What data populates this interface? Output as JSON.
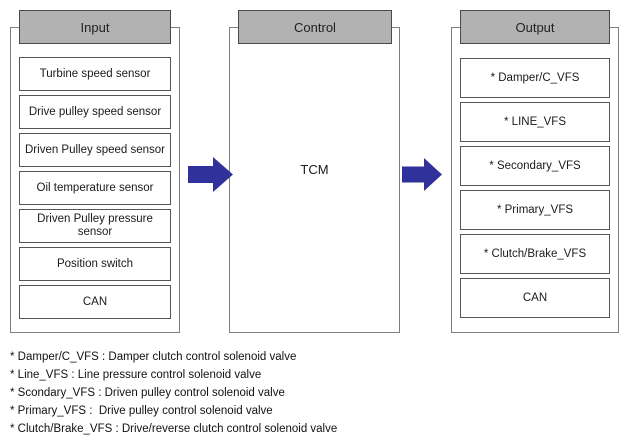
{
  "input": {
    "header": "Input",
    "items": [
      "Turbine speed sensor",
      "Drive pulley speed sensor",
      "Driven Pulley speed sensor",
      "Oil temperature sensor",
      "Driven Pulley pressure sensor",
      "Position switch",
      "CAN"
    ]
  },
  "control": {
    "header": "Control",
    "unit": "TCM"
  },
  "output": {
    "header": "Output",
    "items": [
      "* Damper/C_VFS",
      "* LINE_VFS",
      "* Secondary_VFS",
      "* Primary_VFS",
      "* Clutch/Brake_VFS",
      "CAN"
    ]
  },
  "footnotes": [
    "* Damper/C_VFS : Damper clutch control solenoid valve",
    "* Line_VFS : Line pressure control solenoid valve",
    "* Scondary_VFS : Driven pulley control solenoid valve",
    "* Primary_VFS :  Drive pulley control solenoid valve",
    "* Clutch/Brake_VFS : Drive/reverse clutch control solenoid valve"
  ],
  "colors": {
    "arrow": "#31319b",
    "header_bg": "#b2b2b2",
    "box_border": "#555555",
    "outline_border": "#7f7f7f"
  }
}
